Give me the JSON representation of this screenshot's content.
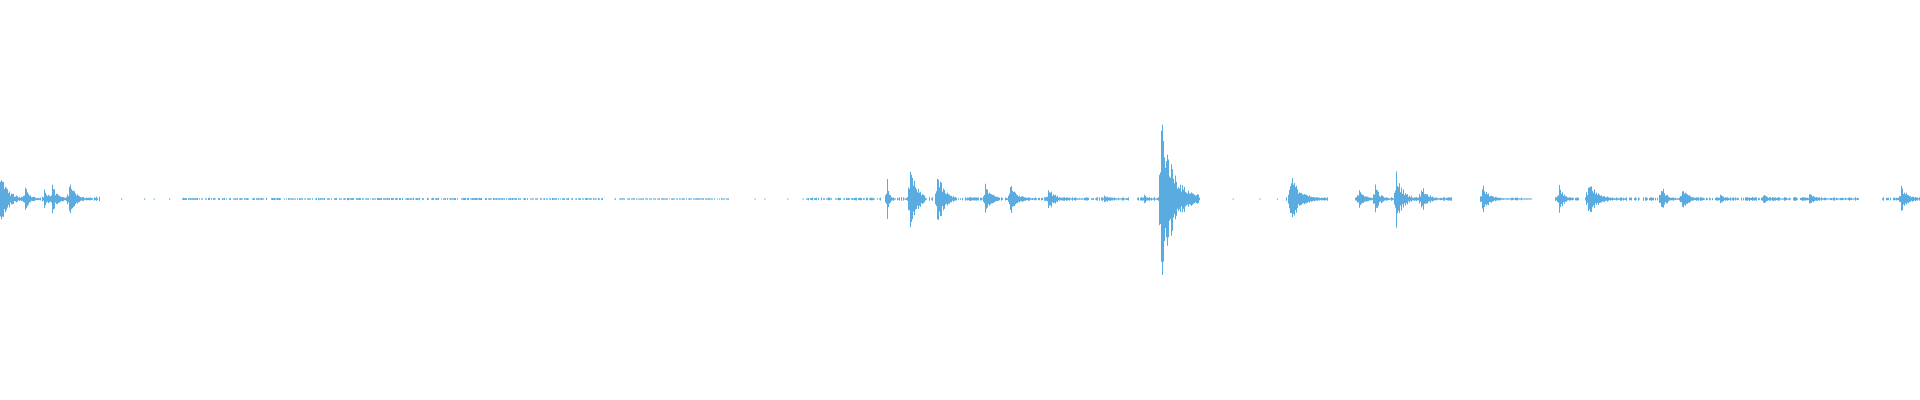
{
  "waveform": {
    "color": "#5aabdf",
    "background": "#ffffff",
    "bursts": [
      {
        "t": 0.0,
        "amp": 0.088,
        "decay": 0.003,
        "width": 0.016
      },
      {
        "t": 0.013,
        "amp": 0.04,
        "decay": 0.002,
        "width": 0.008
      },
      {
        "t": 0.023,
        "amp": 0.028,
        "decay": 0.002,
        "width": 0.006
      },
      {
        "t": 0.027,
        "amp": 0.045,
        "decay": 0.002,
        "width": 0.007
      },
      {
        "t": 0.036,
        "amp": 0.045,
        "decay": 0.003,
        "width": 0.012
      },
      {
        "t": 0.462,
        "amp": 0.055,
        "decay": 0.001,
        "width": 0.003
      },
      {
        "t": 0.474,
        "amp": 0.09,
        "decay": 0.003,
        "width": 0.008
      },
      {
        "t": 0.488,
        "amp": 0.08,
        "decay": 0.003,
        "width": 0.01
      },
      {
        "t": 0.513,
        "amp": 0.04,
        "decay": 0.003,
        "width": 0.008
      },
      {
        "t": 0.526,
        "amp": 0.045,
        "decay": 0.003,
        "width": 0.012
      },
      {
        "t": 0.546,
        "amp": 0.035,
        "decay": 0.003,
        "width": 0.02
      },
      {
        "t": 0.575,
        "amp": 0.012,
        "decay": 0.003,
        "width": 0.012
      },
      {
        "t": 0.596,
        "amp": 0.012,
        "decay": 0.002,
        "width": 0.01
      },
      {
        "t": 0.6045,
        "amp": 0.25,
        "decay": 0.005,
        "width": 0.02
      },
      {
        "t": 0.672,
        "amp": 0.075,
        "decay": 0.004,
        "width": 0.018
      },
      {
        "t": 0.708,
        "amp": 0.04,
        "decay": 0.002,
        "width": 0.008
      },
      {
        "t": 0.716,
        "amp": 0.045,
        "decay": 0.002,
        "width": 0.008
      },
      {
        "t": 0.727,
        "amp": 0.075,
        "decay": 0.003,
        "width": 0.012
      },
      {
        "t": 0.74,
        "amp": 0.04,
        "decay": 0.003,
        "width": 0.016
      },
      {
        "t": 0.772,
        "amp": 0.04,
        "decay": 0.003,
        "width": 0.026
      },
      {
        "t": 0.812,
        "amp": 0.04,
        "decay": 0.002,
        "width": 0.008
      },
      {
        "t": 0.827,
        "amp": 0.055,
        "decay": 0.004,
        "width": 0.02
      },
      {
        "t": 0.865,
        "amp": 0.045,
        "decay": 0.002,
        "width": 0.008
      },
      {
        "t": 0.876,
        "amp": 0.03,
        "decay": 0.003,
        "width": 0.012
      },
      {
        "t": 0.896,
        "amp": 0.015,
        "decay": 0.002,
        "width": 0.01
      },
      {
        "t": 0.918,
        "amp": 0.015,
        "decay": 0.002,
        "width": 0.014
      },
      {
        "t": 0.942,
        "amp": 0.015,
        "decay": 0.003,
        "width": 0.025
      },
      {
        "t": 0.99,
        "amp": 0.04,
        "decay": 0.003,
        "width": 0.012
      }
    ],
    "floor_segments": [
      {
        "start": 0.0,
        "end": 0.052,
        "amp": 0.006
      },
      {
        "start": 0.095,
        "end": 0.315,
        "amp": 0.003
      },
      {
        "start": 0.32,
        "end": 0.38,
        "amp": 0.002
      },
      {
        "start": 0.42,
        "end": 0.46,
        "amp": 0.004
      },
      {
        "start": 0.465,
        "end": 0.588,
        "amp": 0.005
      },
      {
        "start": 0.592,
        "end": 0.625,
        "amp": 0.005
      },
      {
        "start": 0.67,
        "end": 0.692,
        "amp": 0.005
      },
      {
        "start": 0.705,
        "end": 0.757,
        "amp": 0.005
      },
      {
        "start": 0.771,
        "end": 0.794,
        "amp": 0.004
      },
      {
        "start": 0.81,
        "end": 0.968,
        "amp": 0.005
      },
      {
        "start": 0.978,
        "end": 1.0,
        "amp": 0.005
      }
    ],
    "dots": [
      0.063,
      0.075,
      0.08,
      0.088,
      0.32,
      0.332,
      0.345,
      0.355,
      0.368,
      0.378,
      0.393,
      0.398,
      0.41,
      0.418,
      0.642,
      0.656,
      0.665
    ]
  }
}
